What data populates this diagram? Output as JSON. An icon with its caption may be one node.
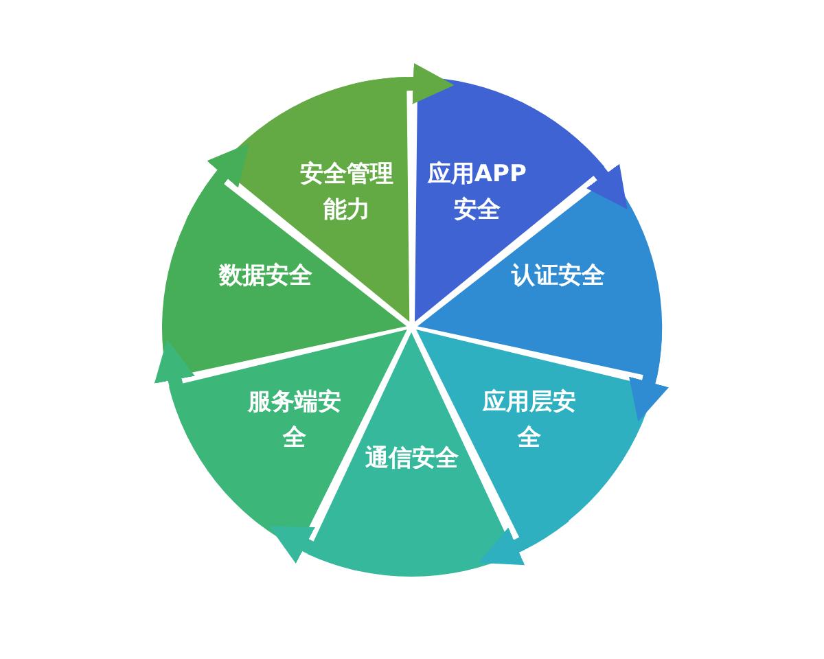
{
  "diagram": {
    "nodes": [
      {
        "text": [
          "应用APP安全"
        ]
      },
      {
        "text": [
          "认证安全"
        ]
      },
      {
        "text": [
          "应用层安全"
        ]
      },
      {
        "text": [
          "通信安全"
        ]
      },
      {
        "text": [
          "服务端安全"
        ]
      },
      {
        "text": [
          "数据安全"
        ]
      },
      {
        "text": [
          "安全管理能力"
        ]
      }
    ],
    "edges": [
      {
        "from": 0,
        "to": 1,
        "arrow": "to",
        "color": "#3f63d3"
      },
      {
        "from": 1,
        "to": 2,
        "arrow": "to",
        "color": "#2f8bd2"
      },
      {
        "from": 2,
        "to": 3,
        "arrow": "to",
        "color": "#2fb0c0"
      },
      {
        "from": 3,
        "to": 4,
        "arrow": "to",
        "color": "#35b89c"
      },
      {
        "from": 4,
        "to": 5,
        "arrow": "to",
        "color": "#3db67a"
      },
      {
        "from": 5,
        "to": 6,
        "arrow": "to",
        "color": "#46ae58"
      },
      {
        "from": 6,
        "to": 0,
        "arrow": "to",
        "color": "#63aa45"
      }
    ]
  }
}
